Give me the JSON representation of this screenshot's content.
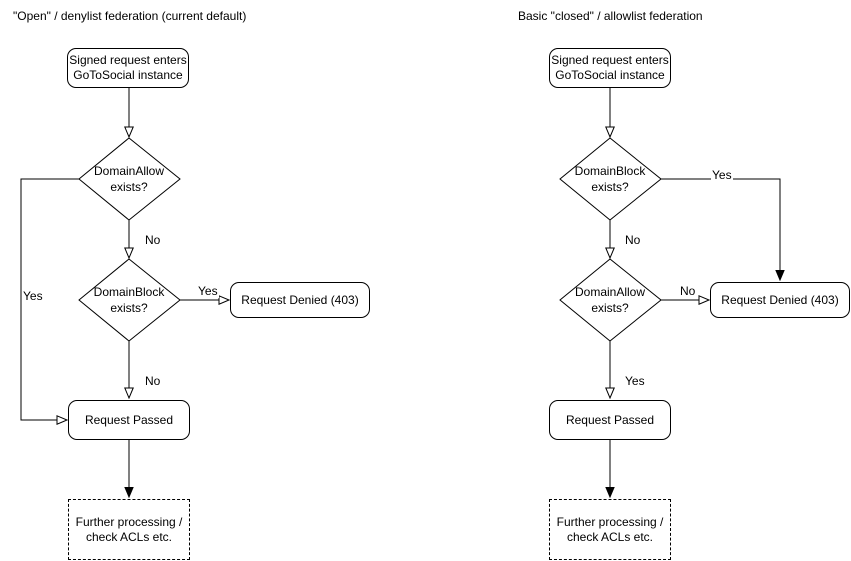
{
  "colors": {
    "stroke": "#000000",
    "background": "#ffffff",
    "text": "#000000"
  },
  "left_chart": {
    "title": "\"Open\" / denylist federation (current default)",
    "nodes": {
      "start": "Signed request enters\nGoToSocial instance",
      "decision1": "DomainAllow\nexists?",
      "decision2": "DomainBlock\nexists?",
      "denied": "Request Denied (403)",
      "passed": "Request Passed",
      "further": "Further processing /\ncheck ACLs etc."
    },
    "edge_labels": {
      "decision1_no": "No",
      "decision1_yes": "Yes",
      "decision2_yes": "Yes",
      "decision2_no": "No"
    }
  },
  "right_chart": {
    "title": "Basic \"closed\" / allowlist federation",
    "nodes": {
      "start": "Signed request enters\nGoToSocial instance",
      "decision1": "DomainBlock\nexists?",
      "decision2": "DomainAllow\nexists?",
      "denied": "Request Denied (403)",
      "passed": "Request Passed",
      "further": "Further processing /\ncheck ACLs etc."
    },
    "edge_labels": {
      "decision1_yes": "Yes",
      "decision1_no": "No",
      "decision2_no": "No",
      "decision2_yes": "Yes"
    }
  }
}
